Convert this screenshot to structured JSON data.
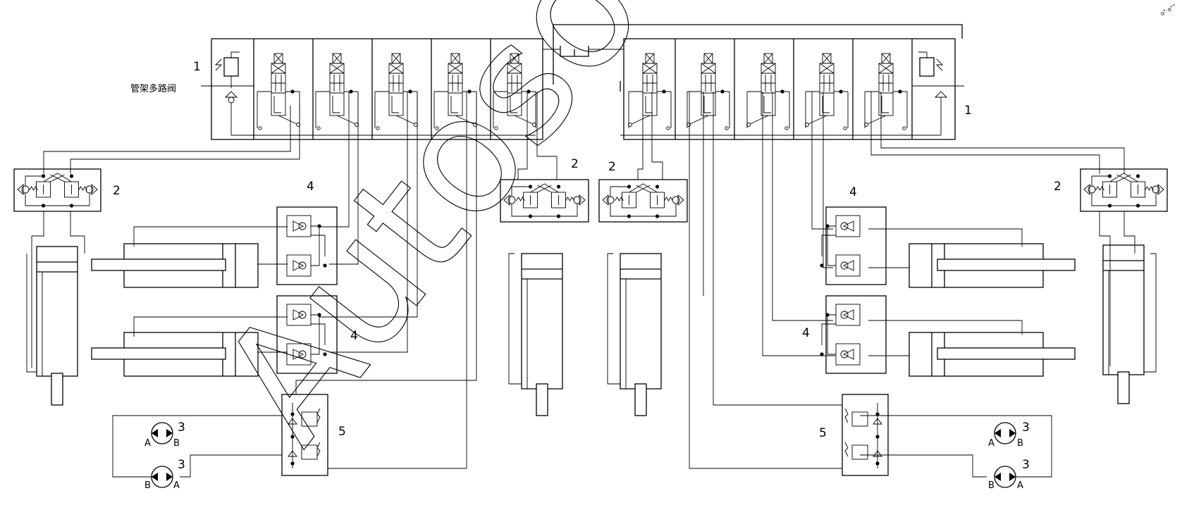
{
  "valve_label": "管架多路阀",
  "watermark": "Autosoft",
  "corner_mark": "o° o°°",
  "labels": {
    "n1_left": "1",
    "n1_right": "1",
    "n2_left": "2",
    "n2_mid_a": "2",
    "n2_mid_b": "2",
    "n2_right": "2",
    "n3_ul": "3",
    "n3_ll": "3",
    "n3_ur": "3",
    "n3_lr": "3",
    "n4_left_top": "4",
    "n4_left_bot": "4",
    "n4_right_top": "4",
    "n4_right_bot": "4",
    "n5_left": "5",
    "n5_right": "5",
    "port_A": "A",
    "port_B": "B"
  }
}
